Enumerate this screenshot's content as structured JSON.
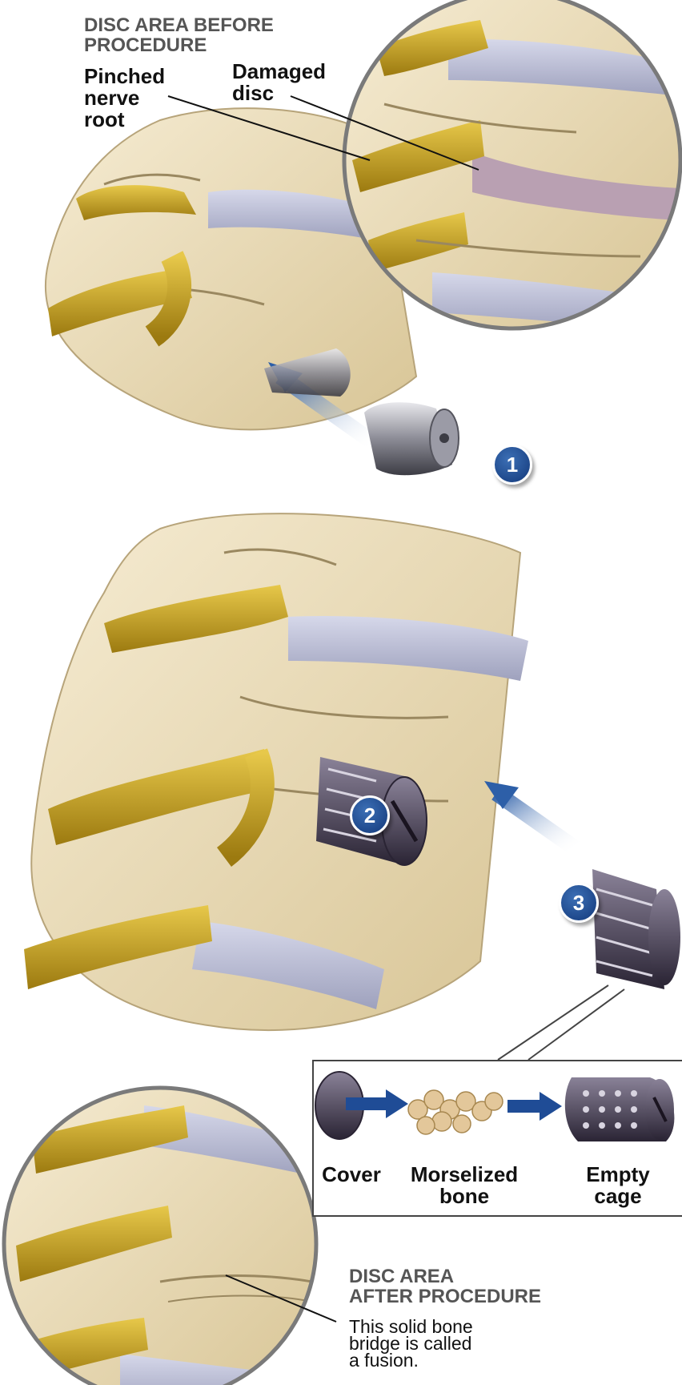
{
  "before": {
    "title_line1": "DISC AREA BEFORE",
    "title_line2": "PROCEDURE",
    "pinched_line1": "Pinched",
    "pinched_line2": "nerve",
    "pinched_line3": "root",
    "damaged_line1": "Damaged",
    "damaged_line2": "disc"
  },
  "steps": [
    "1",
    "2",
    "3"
  ],
  "inset": {
    "cover": "Cover",
    "morselized_line1": "Morselized",
    "morselized_line2": "bone",
    "empty_line1": "Empty",
    "empty_line2": "cage"
  },
  "after": {
    "title_line1": "DISC AREA",
    "title_line2": "AFTER PROCEDURE",
    "desc_line1": "This solid bone",
    "desc_line2": "bridge is called",
    "desc_line3": "a fusion."
  },
  "colors": {
    "bone": "#ecdcb8",
    "nerve": "#c9a21c",
    "disc": "#b8bbd2",
    "badge": "#1f4c96",
    "text_gray": "#555555"
  }
}
